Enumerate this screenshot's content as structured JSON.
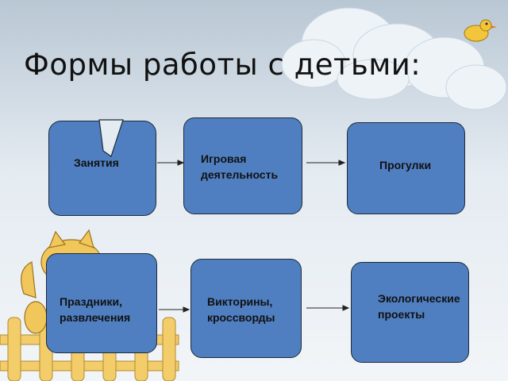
{
  "slide": {
    "title": "Формы работы с детьми:"
  },
  "nodes": {
    "zanyatiya": "Занятия",
    "igrovaya": "Игровая\nдеятельность",
    "progulki": "Прогулки",
    "prazdniki": "Праздники,\nразвлечения",
    "viktoriny": "Викторины,\nкроссворды",
    "eco": "Экологические\nпроекты"
  },
  "colors": {
    "box_fill": "#4f7fc1",
    "box_border": "#1e2a3a"
  },
  "decorations": [
    "clouds",
    "bird",
    "cat",
    "fence"
  ]
}
